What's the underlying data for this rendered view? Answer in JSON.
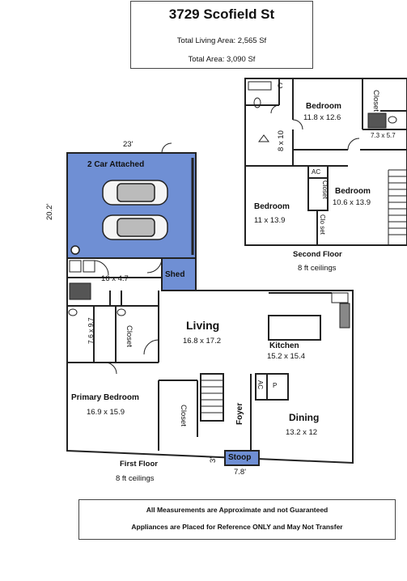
{
  "header": {
    "address": "3729 Scofield St",
    "living_area": "Total Living Area: 2,565 Sf",
    "total_area": "Total Area: 3,090 Sf"
  },
  "first_floor": {
    "title": "First Floor",
    "ceilings": "8 ft ceilings",
    "garage": {
      "label": "2 Car Attached",
      "width_dim": "23'",
      "depth_dim": "20.2'",
      "color": "#6f8fd4"
    },
    "shed": {
      "label": "Shed",
      "color": "#6f8fd4"
    },
    "stoop": {
      "label": "Stoop",
      "dim": "7.8'",
      "side_dim": "3'",
      "color": "#6f8fd4"
    },
    "laundry": {
      "dim": "16 x 4.7"
    },
    "bath": {
      "dim": "7.6 x 9.7"
    },
    "closet_label": "Closet",
    "living": {
      "label": "Living",
      "dim": "16.8 x 17.2"
    },
    "kitchen": {
      "label": "Kitchen",
      "dim": "15.2 x 15.4"
    },
    "ac_label": "AC",
    "pantry_label": "P",
    "primary_bedroom": {
      "label": "Primary Bedroom",
      "dim": "16.9 x 15.9"
    },
    "foyer": {
      "label": "Foyer"
    },
    "dining": {
      "label": "Dining",
      "dim": "13.2 x 12"
    }
  },
  "second_floor": {
    "title": "Second Floor",
    "ceilings": "8 ft ceilings",
    "c_label": "C",
    "bedroom_1": {
      "label": "Bedroom",
      "dim": "11.8 x 12.6"
    },
    "bedroom_2": {
      "label": "Bedroom",
      "dim": "10.6 x 13.9"
    },
    "bedroom_3": {
      "label": "Bedroom",
      "dim": "11 x 13.9"
    },
    "hall_dim": "8 x 10",
    "bath_dim": "7.3 x 5.7",
    "closet_label": "Closet",
    "closet_short": "Clo set",
    "ac_label": "AC"
  },
  "notes": {
    "line1": "All Measurements are Approximate and not Guaranteed",
    "line2": "Appliances are Placed for Reference ONLY and May Not Transfer"
  }
}
